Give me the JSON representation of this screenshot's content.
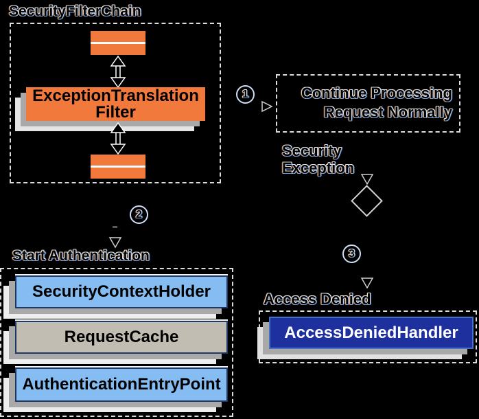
{
  "diagram": {
    "title": "SecurityFilterChain",
    "filter": {
      "line1": "ExceptionTranslation",
      "line2": "Filter"
    },
    "step1": {
      "badge": "1",
      "target_line1": "Continue Processing",
      "target_line2": "Request Normally"
    },
    "security_exception": {
      "line1": "Security",
      "line2": "Exception"
    },
    "step2": {
      "badge": "2",
      "title": "Start Authentication",
      "items": [
        "SecurityContextHolder",
        "RequestCache",
        "AuthenticationEntryPoint"
      ]
    },
    "step3": {
      "badge": "3",
      "title": "Access Denied",
      "handler": "AccessDeniedHandler"
    }
  },
  "colors": {
    "background": "#000000",
    "filter_orange": "#F2793C",
    "card_blue": "#85BDF2",
    "card_gray": "#C1BDB2",
    "card_navy_fill": "#1E2F9E",
    "card_navy_border": "#4472C4",
    "card_border_navy": "#1F3864",
    "dashed_border": "#DDDDDD",
    "shadow_gray": "#A9A9A9",
    "shadow_light": "#EDEDED"
  }
}
